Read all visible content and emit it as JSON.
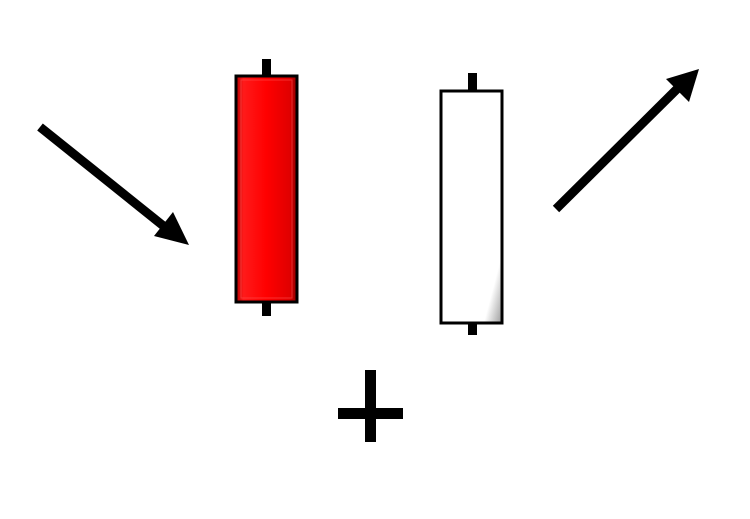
{
  "diagram": {
    "type": "candlestick-pattern",
    "background_color": "#ffffff",
    "stroke_color": "#000000",
    "candles": [
      {
        "name": "bearish-candle",
        "direction": "down",
        "body_color": "#ff0000"
      },
      {
        "name": "bullish-candle",
        "direction": "up",
        "body_color": "#ffffff"
      }
    ],
    "arrows": [
      {
        "name": "downtrend-arrow",
        "direction": "down-right"
      },
      {
        "name": "uptrend-arrow",
        "direction": "up-right"
      }
    ],
    "symbol": {
      "name": "plus-symbol",
      "glyph": "plus"
    }
  }
}
